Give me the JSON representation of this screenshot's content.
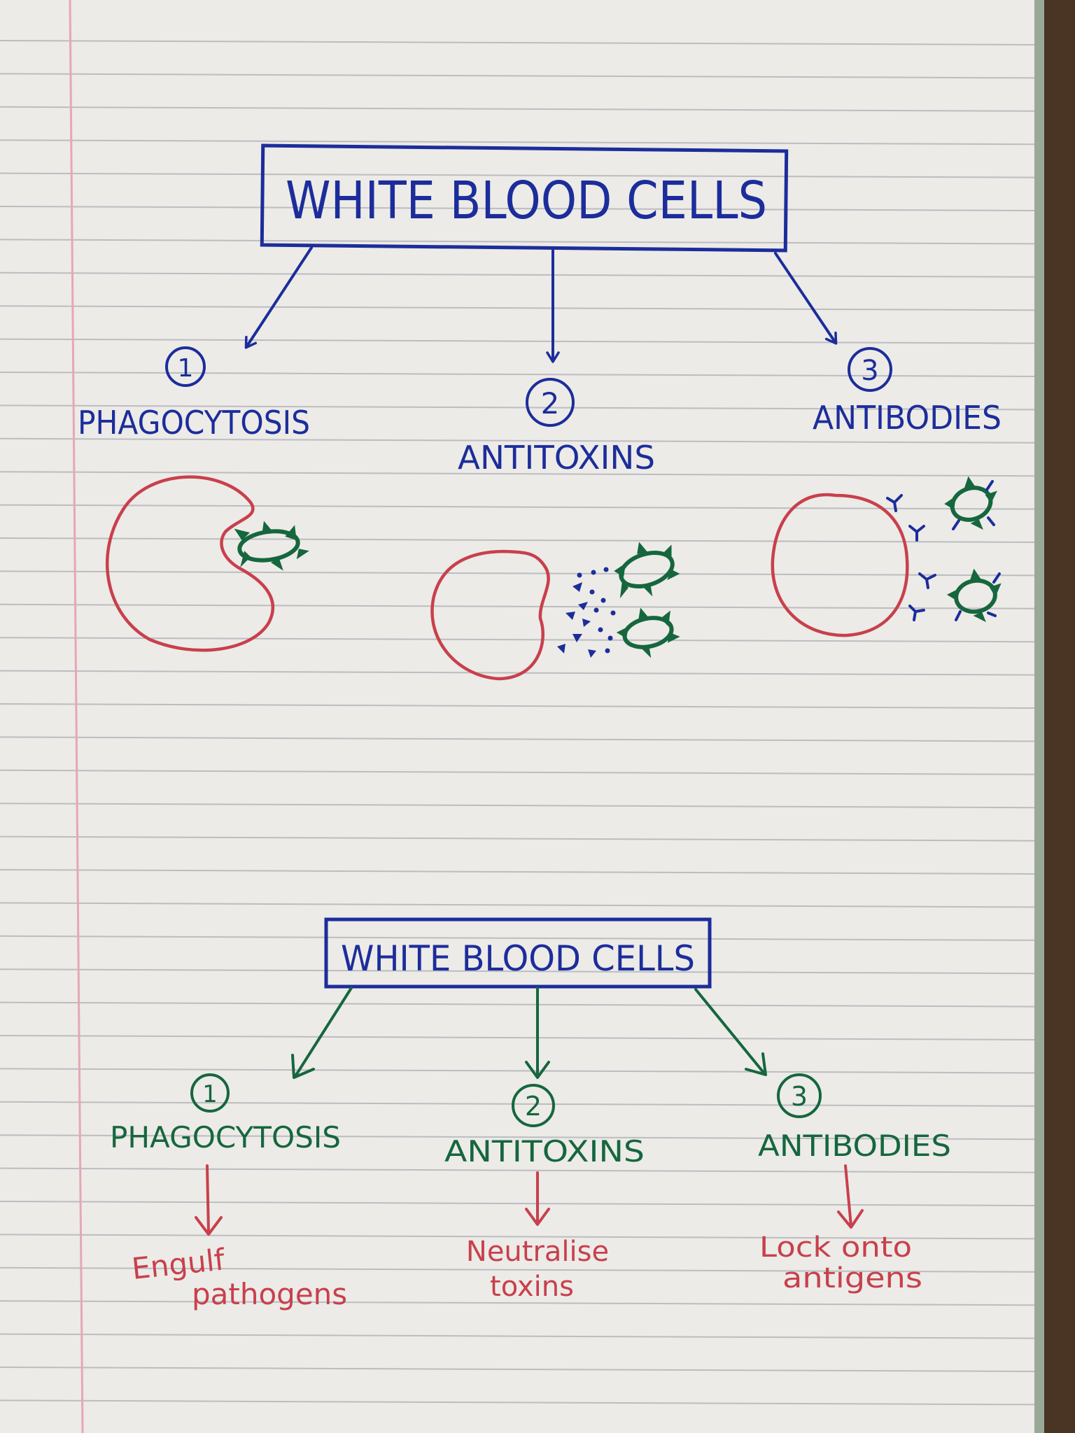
{
  "colors": {
    "paper": "#ecebe7",
    "rule_line": "#bcbcc2",
    "margin_line": "#e6a7b4",
    "blue_ink": "#1c2d9b",
    "green_ink": "#16663e",
    "red_ink": "#c8404c",
    "page_edge": "#9aa898",
    "desk": "#4a3424"
  },
  "top_diagram": {
    "title": "WHITE BLOOD CELLS",
    "branches": [
      {
        "number": "1",
        "label": "PHAGOCYTOSIS",
        "illustration": "cell-engulfing-pathogen"
      },
      {
        "number": "2",
        "label": "ANTITOXINS",
        "illustration": "cell-releasing-antitoxins"
      },
      {
        "number": "3",
        "label": "ANTIBODIES",
        "illustration": "cell-releasing-antibodies"
      }
    ]
  },
  "bottom_diagram": {
    "title": "WHITE BLOOD CELLS",
    "branches": [
      {
        "number": "1",
        "label": "PHAGOCYTOSIS",
        "desc_line1": "Engulf",
        "desc_line2": "pathogens"
      },
      {
        "number": "2",
        "label": "ANTITOXINS",
        "desc_line1": "Neutralise",
        "desc_line2": "toxins"
      },
      {
        "number": "3",
        "label": "ANTIBODIES",
        "desc_line1": "Lock onto",
        "desc_line2": "antigens"
      }
    ]
  },
  "icons": [
    "arrow-icon",
    "number-circle-icon",
    "white-blood-cell-icon",
    "pathogen-icon",
    "antitoxin-icon",
    "antibody-icon"
  ]
}
